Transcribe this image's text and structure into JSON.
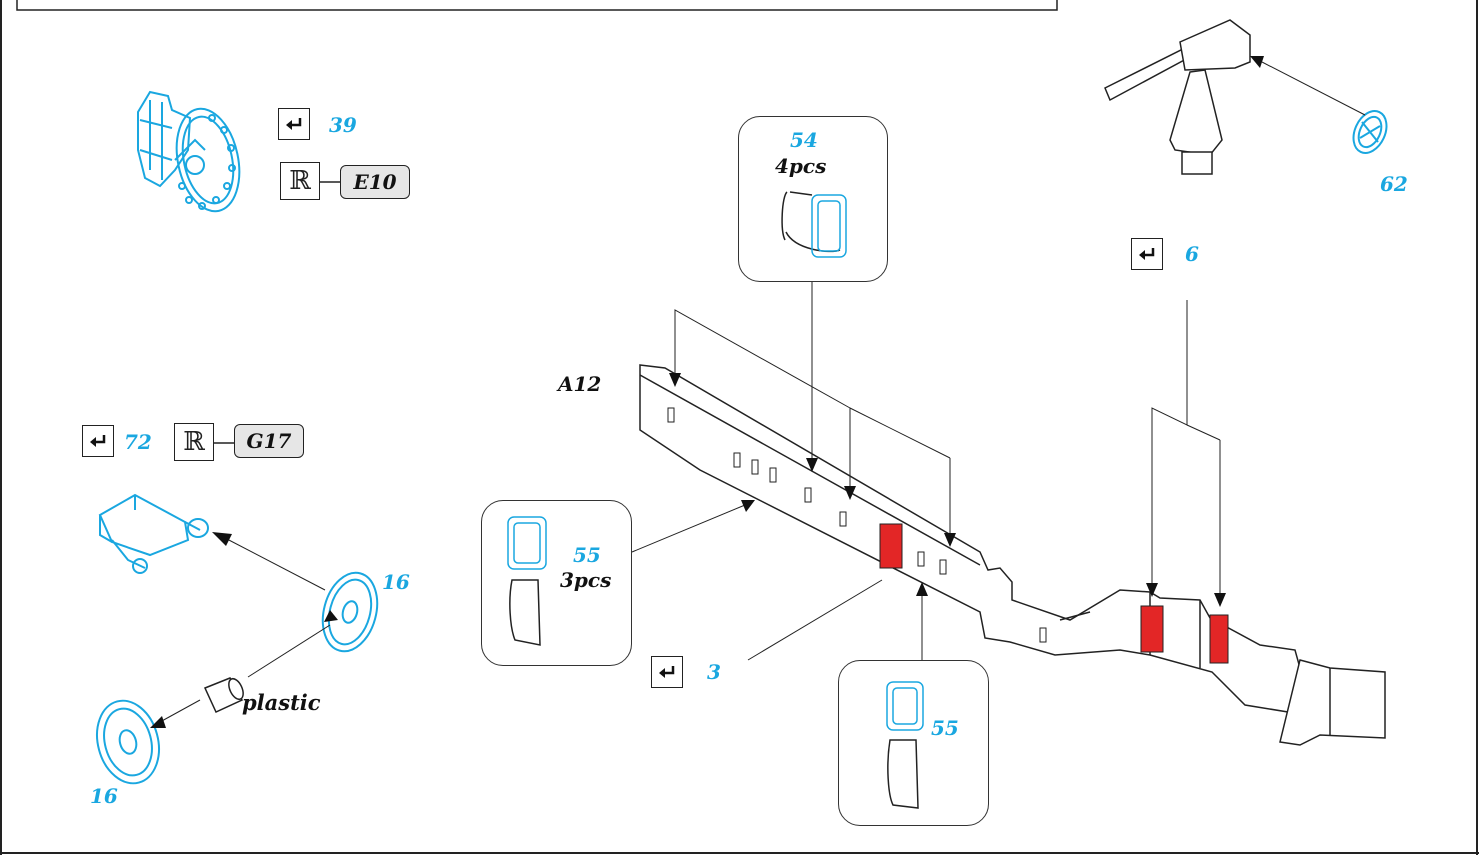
{
  "colors": {
    "photoetch": "#1aa7e0",
    "highlight": "#e32626",
    "line": "#222222",
    "part_fill": "#e6e6e6"
  },
  "icons": {
    "bend": "bend-arrow-icon",
    "resin": "circled-r-icon"
  },
  "labels": {
    "p39": "39",
    "e10": "E10",
    "p72": "72",
    "g17": "G17",
    "p16a": "16",
    "p16b": "16",
    "plastic": "plastic",
    "p54": "54",
    "pcs4": "4pcs",
    "a12": "A12",
    "p55a": "55",
    "pcs3": "3pcs",
    "p3": "3",
    "p55b": "55",
    "p6": "6",
    "p62": "62"
  }
}
